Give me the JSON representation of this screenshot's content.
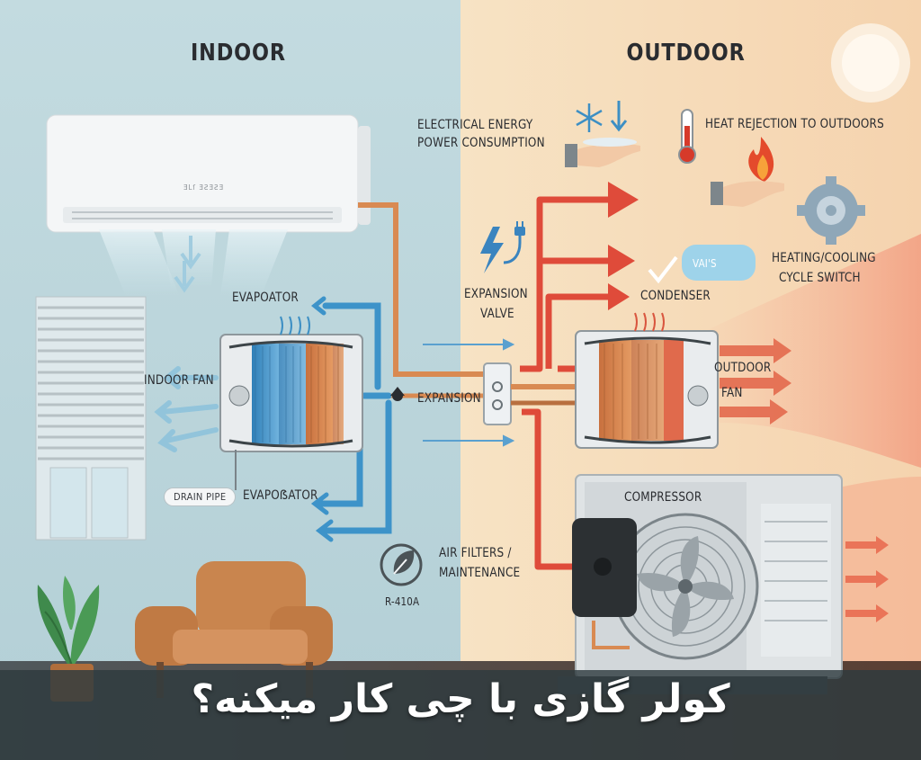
{
  "headings": {
    "indoor": "INDOOR",
    "outdoor": "OUTDOOR"
  },
  "labels": {
    "electrical_energy": "ELECTRICAL ENERGY",
    "power_consumption": "POWER CONSUMPTION",
    "heat_rejection": "HEAT REJECTION TO OUTDOORS",
    "heating_cooling_1": "HEATING/COOLING",
    "heating_cooling_2": "CYCLE SWITCH",
    "expansion_valve_1": "EXPANSION",
    "expansion_valve_2": "VALVE",
    "condenser": "CONDENSER",
    "evaporator_top": "EVAPOATOR",
    "indoor_fan": "INDOOR FAN",
    "expansion": "EXPANSION",
    "outdoor_fan_1": "OUTDOOR",
    "outdoor_fan_2": "FAN",
    "drain_pipe": "DRAIN PIPE",
    "evaporator_bottom": "EVAPOẞATOR",
    "compressor": "COMPRESSOR",
    "air_filters_1": "AIR FILTERS /",
    "air_filters_2": "MAINTENANCE",
    "refrigerant": "R-410A",
    "indoor_unit_brand": "ƎLſ ƎƧƎƧƎ",
    "badge_text": "VAI'S"
  },
  "icons": [
    "sun-icon",
    "snowflake-icon",
    "down-arrow-icon",
    "hand-icon",
    "thermometer-icon",
    "flame-icon",
    "gear-icon",
    "lightning-plug-icon",
    "leaf-recycle-icon",
    "check-icon",
    "plant-icon",
    "armchair-icon",
    "window-blinds-icon",
    "outdoor-fan-icon"
  ],
  "colors": {
    "indoor_bg": "#bcd6dc",
    "outdoor_bg": "#f6dcb8",
    "cold_line": "#3d93c9",
    "hot_line": "#df4b3a",
    "copper": "#d98a52",
    "footer_bg": "#2e3a3e"
  },
  "footer": {
    "title": "کولر گازی با چی کار میکنه؟"
  }
}
